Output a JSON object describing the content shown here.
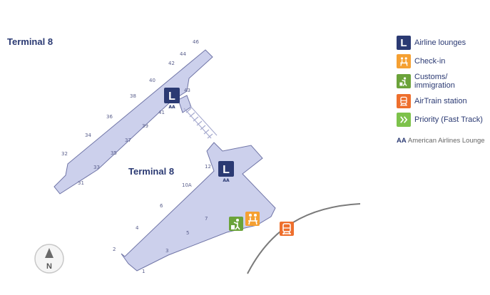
{
  "map": {
    "title_top": "Terminal 8",
    "title_center": "Terminal 8",
    "compass_letter": "N",
    "lounge_markers": [
      {
        "symbol": "L",
        "tag": "AA"
      },
      {
        "symbol": "L",
        "tag": "AA"
      }
    ],
    "gates": [
      "46",
      "44",
      "42",
      "40",
      "43",
      "38",
      "41",
      "36",
      "39",
      "34",
      "37",
      "32",
      "35",
      "33",
      "31",
      "12",
      "10A",
      "6",
      "7",
      "4",
      "5",
      "2",
      "3",
      "1"
    ],
    "icons": {
      "customs": "customs-icon",
      "checkin": "checkin-icon",
      "airtrain": "train-icon"
    }
  },
  "colors": {
    "terminal_fill": "#ccd0ec",
    "terminal_stroke": "#6f74a6",
    "lounge": "#2b3a73",
    "checkin": "#f5a032",
    "customs": "#6ba33a",
    "airtrain": "#ee6f2d",
    "priority": "#7dc24b",
    "rail": "#7a7a7a"
  },
  "legend": {
    "items": [
      {
        "name": "airline-lounges",
        "icon": "L",
        "label": "Airline lounges"
      },
      {
        "name": "check-in",
        "icon": "checkin-icon",
        "label": "Check-in"
      },
      {
        "name": "customs-immigration",
        "icon": "customs-icon",
        "label": "Customs/ immigration"
      },
      {
        "name": "airtrain-station",
        "icon": "train-icon",
        "label": "AirTrain station"
      },
      {
        "name": "priority-fast-track",
        "icon": "chevrons-icon",
        "label": "Priority (Fast Track)"
      }
    ],
    "footnote_code": "AA",
    "footnote_text": "American Airlines Lounge"
  }
}
